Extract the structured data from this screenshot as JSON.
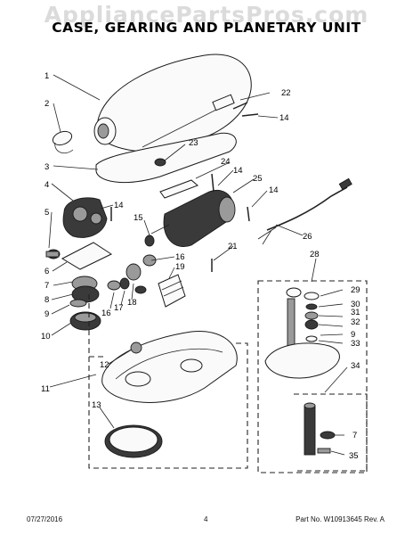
{
  "watermark": "AppliancePartsPros.com",
  "title": "CASE, GEARING AND PLANETARY UNIT",
  "footer": {
    "date": "07/27/2016",
    "page": "4",
    "part_number": "Part No. W10913645  Rev. A"
  },
  "callouts": [
    "1",
    "2",
    "3",
    "4",
    "5",
    "6",
    "7",
    "8",
    "9",
    "10",
    "11",
    "12",
    "13",
    "14",
    "14",
    "14",
    "14",
    "15",
    "16",
    "16",
    "17",
    "18",
    "19",
    "21",
    "22",
    "23",
    "24",
    "25",
    "26",
    "28",
    "29",
    "30",
    "31",
    "32",
    "9",
    "33",
    "34",
    "7",
    "35"
  ]
}
